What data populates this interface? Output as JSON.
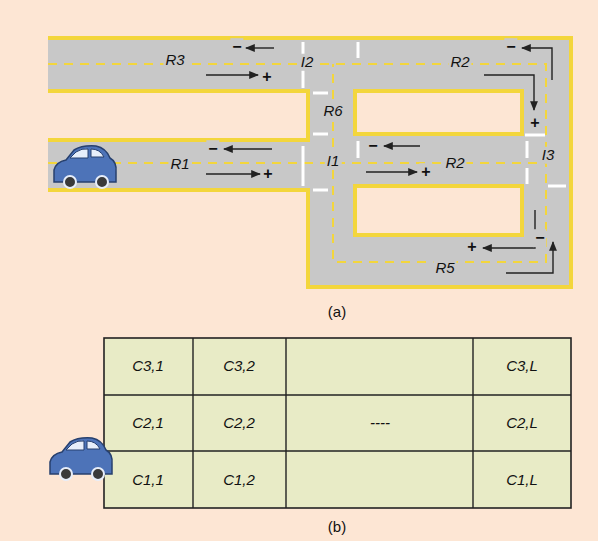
{
  "diagram": {
    "labels": [
      "R3",
      "−",
      "+",
      "I2",
      "R2",
      "−",
      "R6",
      "+",
      "−",
      "R1",
      "−",
      "+",
      "I1",
      "R2",
      "+",
      "I3",
      "+",
      "−",
      "R5",
      "(a)",
      "C3,1",
      "C3,2",
      "C3,L",
      "C2,1",
      "C2,2",
      "----",
      "C2,L",
      "C1,1",
      "C1,2",
      "C1,L",
      "(b)"
    ]
  }
}
